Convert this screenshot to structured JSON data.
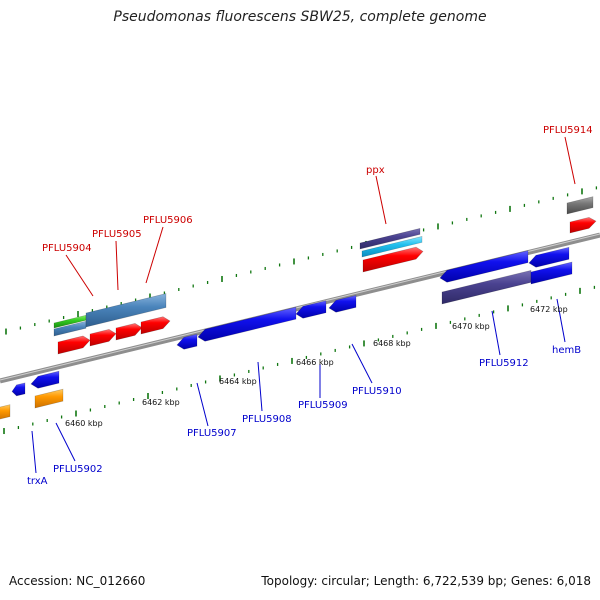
{
  "title": "Pseudomonas fluorescens SBW25, complete genome",
  "footer": {
    "accession": "Accession: NC_012660",
    "summary": "Topology: circular; Length: 6,722,539 bp; Genes: 6,018"
  },
  "colors": {
    "forward_label": "#cc0000",
    "reverse_label": "#0000cc",
    "backbone": "#888888",
    "tick": "#117711"
  },
  "scale_ticks": [
    "6460 kbp",
    "6462 kbp",
    "6464 kbp",
    "6466 kbp",
    "6468 kbp",
    "6470 kbp",
    "6472 kbp"
  ],
  "gene_labels": {
    "forward": [
      "PFLU5904",
      "PFLU5905",
      "PFLU5906",
      "ppx",
      "PFLU5914"
    ],
    "reverse": [
      "trxA",
      "PFLU5902",
      "PFLU5907",
      "PFLU5908",
      "PFLU5909",
      "PFLU5910",
      "PFLU5912",
      "hemB"
    ]
  }
}
